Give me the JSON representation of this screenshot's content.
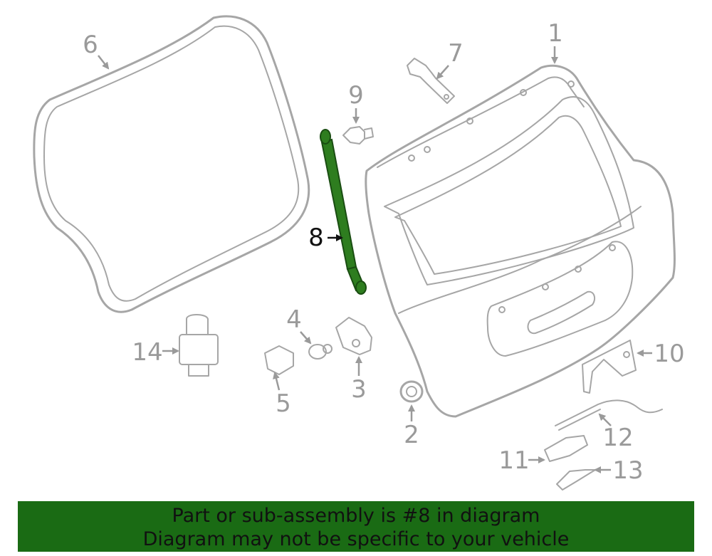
{
  "diagram": {
    "highlight_part": "8",
    "colors": {
      "part_stroke": "#a6a6a6",
      "highlight_fill": "#2e7d1f",
      "label_grey": "#9a9a9a",
      "label_highlight": "#111111",
      "banner_bg": "#1a6b14"
    },
    "callouts": {
      "c1": "1",
      "c2": "2",
      "c3": "3",
      "c4": "4",
      "c5": "5",
      "c6": "6",
      "c7": "7",
      "c8": "8",
      "c9": "9",
      "c10": "10",
      "c11": "11",
      "c12": "12",
      "c13": "13",
      "c14": "14"
    }
  },
  "banner": {
    "line1": "Part or sub-assembly is #8 in diagram",
    "line2": "Diagram may not be specific to your vehicle"
  }
}
